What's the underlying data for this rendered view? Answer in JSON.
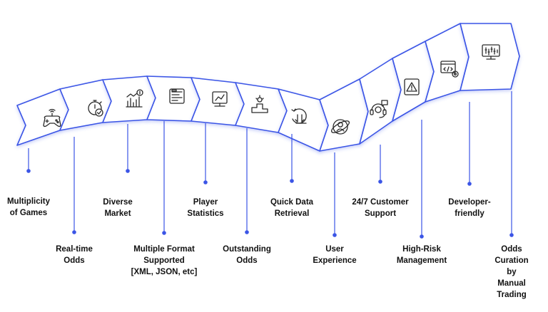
{
  "colors": {
    "accent": "#3b55e6",
    "chevron_fill": "#ffffff",
    "chevron_stroke": "#3b55e6",
    "icon_stroke": "#2a2a2a",
    "text": "#111111"
  },
  "features": [
    {
      "label": "Multiplicity\nof Games",
      "icon": "gamepad-icon"
    },
    {
      "label": "Real-time\nOdds",
      "icon": "stopwatch-check-icon"
    },
    {
      "label": "Diverse\nMarket",
      "icon": "market-chart-icon"
    },
    {
      "label": "Multiple Format\nSupported\n[XML, JSON, etc]",
      "icon": "format-document-icon"
    },
    {
      "label": "Player\nStatistics",
      "icon": "statistics-monitor-icon"
    },
    {
      "label": "Outstanding\nOdds",
      "icon": "podium-icon"
    },
    {
      "label": "Quick Data\nRetrieval",
      "icon": "data-retrieval-icon"
    },
    {
      "label": "User\nExperience",
      "icon": "user-experience-icon"
    },
    {
      "label": "24/7 Customer\nSupport",
      "icon": "headset-support-icon"
    },
    {
      "label": "High-Risk\nManagement",
      "icon": "warning-shield-icon"
    },
    {
      "label": "Developer-\nfriendly",
      "icon": "developer-browser-icon"
    },
    {
      "label": "Odds Curation\nby Manual\nTrading",
      "icon": "trading-monitor-icon"
    }
  ]
}
